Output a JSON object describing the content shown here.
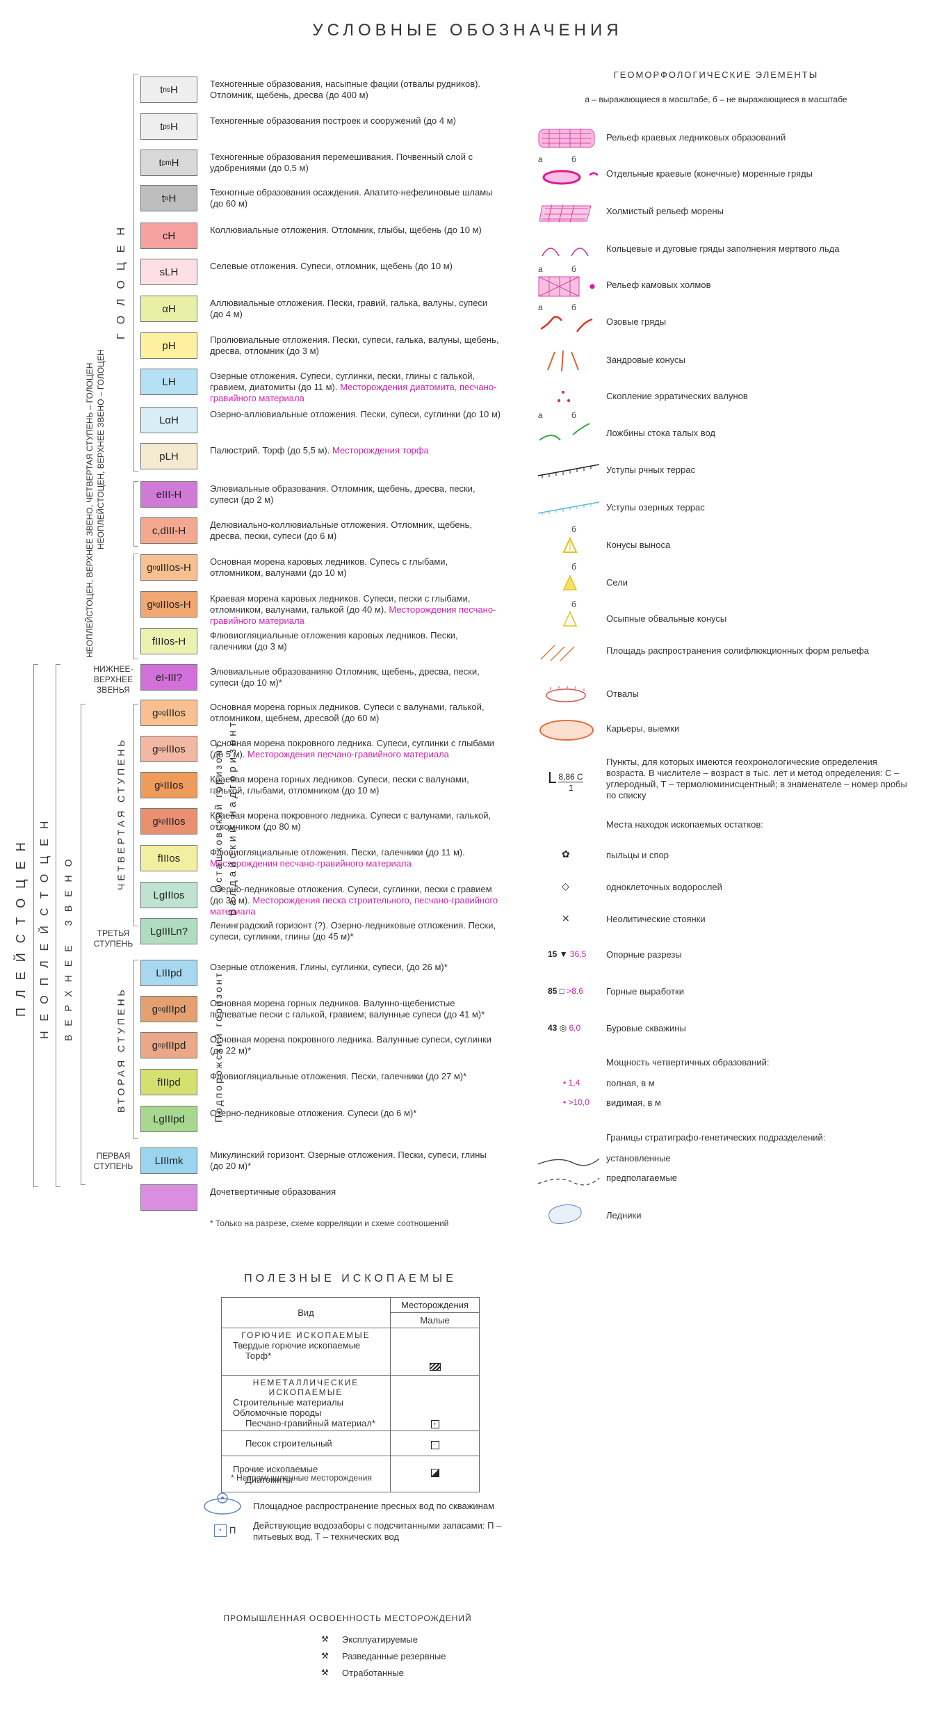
{
  "title": "УСЛОВНЫЕ ОБОЗНАЧЕНИЯ",
  "legend": [
    {
      "code": "t<sub>ns</sub>H",
      "color": "#eeeeee",
      "text": "Техногенные образования, насыпные фации (отвалы рудников). Отломник, щебень, дресва (до 400 м)",
      "extra": ""
    },
    {
      "code": "t<sub>ps</sub>H",
      "color": "#eeeeee",
      "text": "Техногенные образования построек и сооружений (до 4 м)",
      "extra": ""
    },
    {
      "code": "t<sub>pm</sub>H",
      "color": "#d8d8d8",
      "text": "Техногенные образования перемешивания. Почвенный слой с удобрениями (до 0,5 м)",
      "extra": ""
    },
    {
      "code": "t<sub>o</sub>H",
      "color": "#bdbdbd",
      "text": "Техногные образования осаждения. Апатито-нефелиновые шламы (до 60 м)",
      "extra": ""
    },
    {
      "code": "cH",
      "color": "#f6a0a0",
      "text": "Коллювиальные отложения. Отломник, глыбы, щебень (до 10 м)",
      "extra": ""
    },
    {
      "code": "sLH",
      "color": "#fce0e6",
      "text": "Селевые отложения. Супеси, отломник, щебень (до 10 м)",
      "extra": ""
    },
    {
      "code": "αH",
      "color": "#e8f0a8",
      "text": "Аллювиальные отложения. Пески, гравий, галька, валуны, супеси (до 4 м)",
      "extra": ""
    },
    {
      "code": "pH",
      "color": "#fdf0a0",
      "text": "Пролювиальные отложения. Пески, супеси, галька, валуны, щебень, дресва, отломник (до 3 м)",
      "extra": ""
    },
    {
      "code": "LH",
      "color": "#b6e0f4",
      "text": "Озерные отложения. Супеси, суглинки, пески, глины с галькой, гравием, диатомиты (до 11 м). ",
      "extra": "Месторождения диатомита, песчано-гравийного материала"
    },
    {
      "code": "LαH",
      "color": "#d8eef6",
      "text": "Озерно-аллювиальные отложения. Пески, супеси, суглинки (до 10 м)",
      "extra": ""
    },
    {
      "code": "pLH",
      "color": "#f4ead0",
      "text": "Палюстрий. Торф (до 5,5 м). ",
      "extra": "Месторождения торфа"
    },
    {
      "code": "eIII-H",
      "color": "#d07ad8",
      "text": "Элювиальные образования. Отломник, щебень, дресва, пески, супеси (до 2 м)",
      "extra": ""
    },
    {
      "code": "c,dIII-H",
      "color": "#f4a890",
      "text": "Делювиально-коллювиальные отложения. Отломник, щебень, дресва, пески, супеси (до 6 м)",
      "extra": ""
    },
    {
      "code": "g<sub>og</sub>IIIos-H",
      "color": "#f8c090",
      "text": "Основная морена каровых ледников. Супесь с глыбами, отломником, валунами (до 10 м)",
      "extra": ""
    },
    {
      "code": "g<sub>kg</sub>IIIos-H",
      "color": "#f0a870",
      "text": "Краевая морена каровых ледников. Супеси, пески с глыбами, отломником, валунами, галькой (до 40 м). ",
      "extra": "Месторождения песчано-гравийного материала"
    },
    {
      "code": "fIIIos-H",
      "color": "#eaf2b0",
      "text": "Флювиогляциальные отложения каровых ледников. Пески, галечники (до 3 м)",
      "extra": ""
    },
    {
      "code": "eI-III?",
      "color": "#d070d8",
      "text": "Элювиальные образованияю Отломник, щебень, дресва, пески, супеси (до 10 м)*",
      "extra": ""
    },
    {
      "code": "g<sub>og</sub>IIIos",
      "color": "#f8c090",
      "text": "Основная морена горных ледников. Супеси с валунами, галькой, отломником, щебнем, дресвой (до 60 м)",
      "extra": ""
    },
    {
      "code": "g<sub>op</sub>IIIos",
      "color": "#f2b8a4",
      "text": "Основная морена покровного ледника. Супеси, суглинки с глыбами (до 5 м). ",
      "extra": "Месторождения песчано-гравийного материала"
    },
    {
      "code": "g<sub>k</sub>IIIos",
      "color": "#ee9c5c",
      "text": "Краевая морена горных ледников. Супеси, пески с валунами, галькой, глыбами, отломником (до 10 м)",
      "extra": ""
    },
    {
      "code": "g<sub>kp</sub>IIIos",
      "color": "#e89070",
      "text": "Краевая морена покровного ледника. Супеси с валунами, галькой, отломником (до 80 м)",
      "extra": ""
    },
    {
      "code": "fIIIos",
      "color": "#f0f0a0",
      "text": "Флювиогляциальные отложения. Пески, галечники (до 11 м). ",
      "extra": "Месторождения песчано-гравийного материала"
    },
    {
      "code": "LgIIIos",
      "color": "#bfe3d0",
      "text": "Озерно-ледниковые отложения. Супеси, суглинки, пески с гравием (до 30 м). ",
      "extra": "Месторождения песка строительного, песчано-гравийного материала"
    },
    {
      "code": "LgIIILn?",
      "color": "#b0dcc0",
      "text": "Ленинградский горизонт (?). Озерно-ледниковые отложения. Пески, супеси, суглинки, глины (до 45 м)*",
      "extra": ""
    },
    {
      "code": "LIIIpd",
      "color": "#a8d8f0",
      "text": "Озерные отложения. Глины, суглинки, супеси, (до 26 м)*",
      "extra": ""
    },
    {
      "code": "g<sub>og</sub>IIIpd",
      "color": "#e4a070",
      "text": "Основная морена горных ледников. Валунно-щебенистые пылеватые пески с галькой, гравием; валунные супеси (до 41 м)*",
      "extra": ""
    },
    {
      "code": "g<sub>op</sub>IIIpd",
      "color": "#eaa888",
      "text": "Основная морена покровного ледника. Валунные супеси, суглинки (до 22 м)*",
      "extra": ""
    },
    {
      "code": "fIIIpd",
      "color": "#d4e070",
      "text": "Флювиогляциальные отложения. Пески, галечники (до 27 м)*",
      "extra": ""
    },
    {
      "code": "LgIIIpd",
      "color": "#a8d890",
      "text": "Озерно-ледниковые отложения. Супеси (до 6 м)*",
      "extra": ""
    },
    {
      "code": "LIIImk",
      "color": "#9ad4ee",
      "text": "Микулинский горизонт. Озерные отложения. Пески, супеси, глины (до 20 м)*",
      "extra": ""
    },
    {
      "code": "",
      "color": "#d98ee0",
      "text": "Дочетвертичные образования",
      "extra": ""
    }
  ],
  "footnote_left": "* Только на разрезе, схеме корреляции и схеме соотношений",
  "vertical": {
    "golocen": "ГОЛОЦЕН",
    "pleistocen": "ПЛЕЙСТОЦЕН",
    "neopleistocen": "НЕОПЛЕЙСТОЦЕН",
    "verhnee_zveno": "ВЕРХНЕЕ ЗВЕНО",
    "chetvertaya": "ЧЕТВЕРТАЯ СТУПЕНЬ",
    "vtoraya": "ВТОРАЯ СТУПЕНЬ",
    "valday": "Валдайский надгоризонт",
    "ostash": "Осташковский горизонт",
    "podporozh": "Подпорожский горизонт",
    "neo_golocen": "НЕОПЛЕЙСТОЦЕН, ВЕРХНЕЕ ЗВЕНО – ГОЛОЦЕН",
    "neo_chetv_golocen": "НЕОПЛЕЙСТОЦЕН, ВЕРХНЕЕ ЗВЕНО, ЧЕТВЕРТАЯ СТУПЕНЬ – ГОЛОЦЕН"
  },
  "labels": {
    "nizhne_verhnee": "НИЖНЕЕ-\nВЕРХНЕЕ\nЗВЕНЬЯ",
    "tretya": "ТРЕТЬЯ\nСТУПЕНЬ",
    "pervaya": "ПЕРВАЯ\nСТУПЕНЬ"
  },
  "geo": {
    "title": "ГЕОМОРФОЛОГИЧЕСКИЕ ЭЛЕМЕНТЫ",
    "subtitle": "а – выражающиеся в масштабе, б – не выражающиеся в масштабе",
    "items": [
      "Рельеф краевых ледниковых образований",
      "Отдельные краевые (конечные) моренные гряды",
      "Холмистый рельеф морены",
      "Кольцевые и дуговые гряды заполнения мертвого льда",
      "Рельеф камовых холмов",
      "Озовые гряды",
      "Зандровые конусы",
      "Скопление эрратических валунов",
      "Ложбины стока талых вод",
      "Уступы рчных террас",
      "Уступы озерных террас",
      "Конусы выноса",
      "Сели",
      "Осыпные обвальные конусы",
      "Площадь распространения солифлюкционных форм рельефа",
      "Отвалы",
      "Карьеры, выемки"
    ],
    "points_text": "Пункты, для которых имеются геохронологические определения возраста. В числителе – возраст в тыс. лет и метод определения: С – углеродный, Т – термолюминисцентный; в знаменателе – номер пробы по списку",
    "points_sym_top": "8,86 C",
    "points_sym_bot": "1",
    "fossils_title": "Места находок ископаемых остатков:",
    "fossils": [
      "пыльцы и спор",
      "одноклеточных водорослей",
      "Неолитические стоянки"
    ],
    "sections": [
      {
        "num": "15",
        "val": "36,5",
        "text": "Опорные разрезы"
      },
      {
        "num": "85",
        "val": ">8,6",
        "text": "Горные выработки"
      },
      {
        "num": "43",
        "val": "6,0",
        "text": "Буровые скважины"
      }
    ],
    "thick_title": "Мощность четвертичных образований:",
    "thick": [
      {
        "val": "1,4",
        "text": "полная, в м"
      },
      {
        "val": ">10,0",
        "text": "видимая, в м"
      }
    ],
    "bounds_title": "Границы стратиграфо-генетических подразделений:",
    "bounds": [
      "установленные",
      "предполагаемые"
    ],
    "glaciers": "Ледники",
    "a": "а",
    "b": "б"
  },
  "minerals": {
    "title": "ПОЛЕЗНЫЕ ИСКОПАЕМЫЕ",
    "col_vid": "Вид",
    "col_mest": "Месторождения",
    "col_mal": "Малые",
    "g1": "ГОРЮЧИЕ ИСКОПАЕМЫЕ",
    "g1a": "Твердые горючие ископаемые",
    "g1b": "Торф*",
    "g2": "НЕМЕТАЛЛИЧЕСКИЕ ИСКОПАЕМЫЕ",
    "g2a": "Строительные материалы",
    "g2b": "Обломочные породы",
    "g2c": "Песчано-гравийный материал*",
    "g2d": "Песок строительный",
    "g3a": "Прочие ископаемые",
    "g3b": "Диатомиты",
    "foot": "* Непромышленные месторождения",
    "water1": "Площадное распространение пресных вод по скважинам",
    "water2": "Действующие водозаборы с подсчитанными запасами: П – питьевых вод, Т – технических вод",
    "water2_sym": "П",
    "prom_title": "ПРОМЫШЛЕННАЯ ОСВОЕННОСТЬ МЕСТОРОЖДЕНИЙ",
    "prom": [
      "Эксплуатируемые",
      "Разведанные резервные",
      "Отработанные"
    ]
  }
}
